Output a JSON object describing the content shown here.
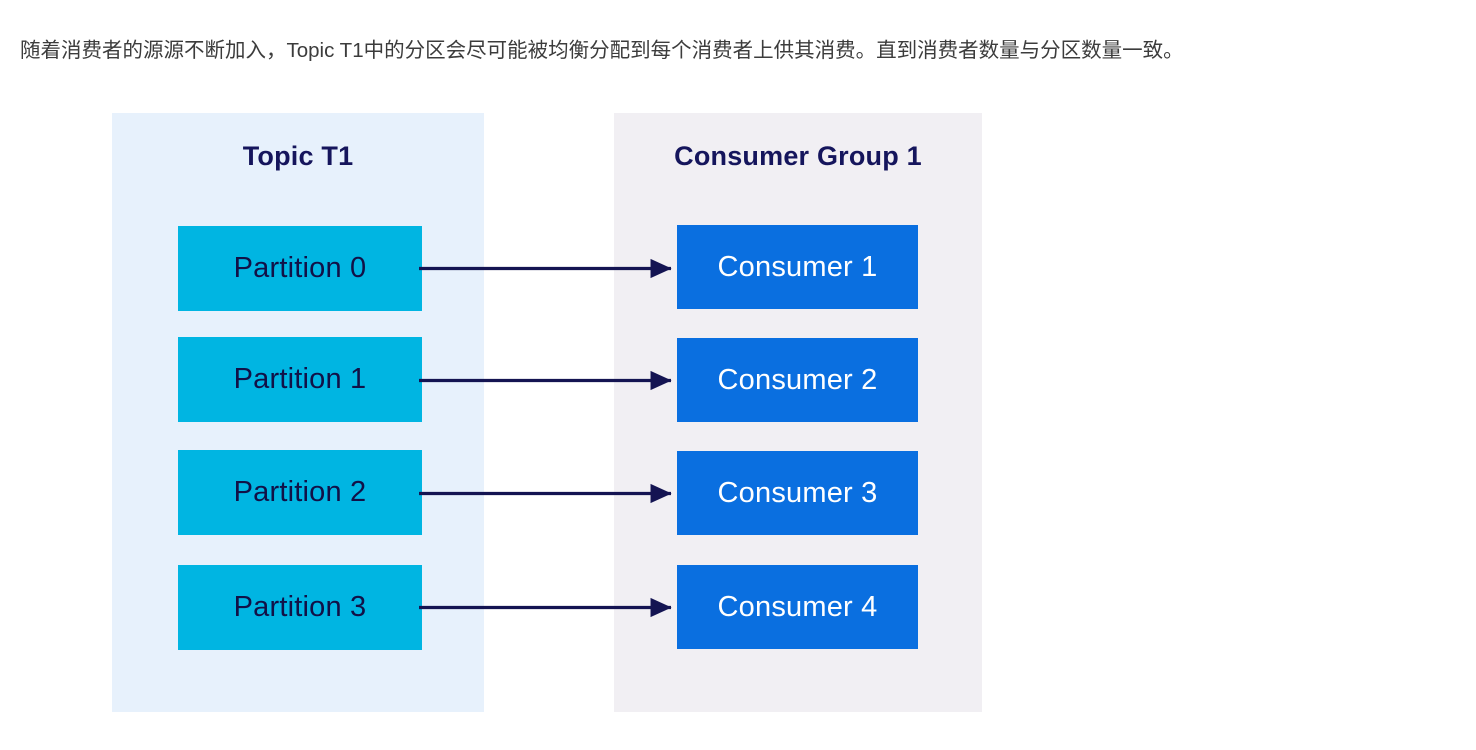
{
  "caption": {
    "text": "随着消费者的源源不断加入，Topic T1中的分区会尽可能被均衡分配到每个消费者上供其消费。直到消费者数量与分区数量一致。"
  },
  "colors": {
    "page_background": "#ffffff",
    "caption_text": "#3c3c3c",
    "topic_panel_background": "#e7f1fc",
    "group_panel_background": "#f1eff3",
    "panel_title_text": "#15155c",
    "partition_box": "#00b5e2",
    "partition_text": "#111147",
    "consumer_box": "#0a6fe0",
    "consumer_text": "#ffffff",
    "arrow": "#141452"
  },
  "diagram": {
    "type": "flow",
    "topic_panel": {
      "title": "Topic T1",
      "partitions": [
        {
          "label": "Partition 0"
        },
        {
          "label": "Partition 1"
        },
        {
          "label": "Partition 2"
        },
        {
          "label": "Partition 3"
        }
      ]
    },
    "group_panel": {
      "title": "Consumer Group 1",
      "consumers": [
        {
          "label": "Consumer 1"
        },
        {
          "label": "Consumer 2"
        },
        {
          "label": "Consumer 3"
        },
        {
          "label": "Consumer 4"
        }
      ]
    },
    "connections": [
      {
        "from": "Partition 0",
        "to": "Consumer 1"
      },
      {
        "from": "Partition 1",
        "to": "Consumer 2"
      },
      {
        "from": "Partition 2",
        "to": "Consumer 3"
      },
      {
        "from": "Partition 3",
        "to": "Consumer 4"
      }
    ]
  }
}
